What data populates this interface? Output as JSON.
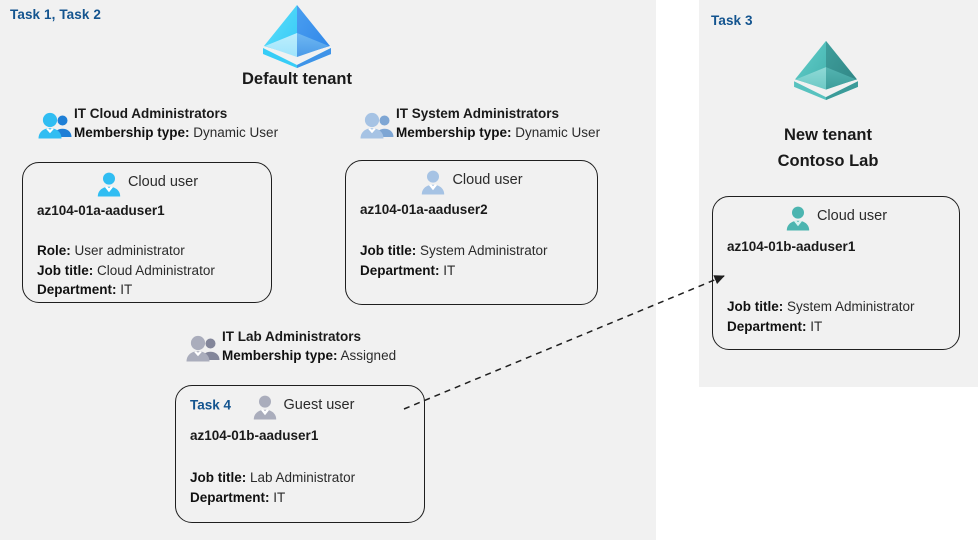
{
  "panels": {
    "left": {
      "task_tag": "Task 1, Task 2"
    },
    "right": {
      "task_tag": "Task 3"
    }
  },
  "tenants": [
    {
      "id": "default-tenant",
      "label": "Default tenant",
      "icon": "azure-ad-tenant-icon",
      "color": "#40b9f5"
    },
    {
      "id": "new-tenant",
      "label_line1": "New  tenant",
      "label_line2": "Contoso Lab",
      "icon": "azure-ad-tenant-icon",
      "color": "#4cb5b0"
    }
  ],
  "groups": [
    {
      "id": "it-cloud-administrators",
      "name": "IT Cloud Administrators",
      "membership_label": "Membership type:",
      "membership_value": "Dynamic User",
      "icon": "group-users-icon",
      "icon_color": "#29b6f2"
    },
    {
      "id": "it-system-administrators",
      "name": "IT System Administrators",
      "membership_label": "Membership type:",
      "membership_value": "Dynamic User",
      "icon": "group-users-icon",
      "icon_color": "#9cbbe0"
    },
    {
      "id": "it-lab-administrators",
      "name": "IT Lab Administrators",
      "membership_label": "Membership type:",
      "membership_value": "Assigned",
      "icon": "group-users-icon",
      "icon_color": "#a3a6b5"
    }
  ],
  "users": [
    {
      "id": "az104-01a-aaduser1",
      "kind": "Cloud user",
      "icon": "cloud-user-icon",
      "icon_color": "#29b6f2",
      "name": "az104-01a-aaduser1",
      "task_tag": "",
      "attributes": [
        {
          "label": "Role:",
          "value": "User administrator"
        },
        {
          "label": "Job title:",
          "value": "Cloud Administrator"
        },
        {
          "label": "Department:",
          "value": "IT"
        }
      ]
    },
    {
      "id": "az104-01a-aaduser2",
      "kind": "Cloud user",
      "icon": "cloud-user-icon",
      "icon_color": "#9cbbe0",
      "name": "az104-01a-aaduser2",
      "task_tag": "",
      "attributes": [
        {
          "label": "Job title:",
          "value": "System Administrator"
        },
        {
          "label": "Department:",
          "value": "IT"
        }
      ]
    },
    {
      "id": "az104-01b-aaduser1-guest",
      "kind": "Guest user",
      "icon": "guest-user-icon",
      "icon_color": "#a3a6b5",
      "name": "az104-01b-aaduser1",
      "task_tag": "Task 4",
      "attributes": [
        {
          "label": "Job title:",
          "value": "Lab Administrator"
        },
        {
          "label": "Department:",
          "value": "IT"
        }
      ]
    },
    {
      "id": "az104-01b-aaduser1-cloud",
      "kind": "Cloud user",
      "icon": "cloud-user-icon",
      "icon_color": "#4cb5b0",
      "name": "az104-01b-aaduser1",
      "task_tag": "",
      "attributes": [
        {
          "label": "Job title:",
          "value": "System Administrator"
        },
        {
          "label": "Department:",
          "value": "IT"
        }
      ]
    }
  ],
  "connector": {
    "id": "guest-invite-arrow",
    "style": "dashed",
    "color": "#1f1f1f",
    "from": "az104-01b-aaduser1-guest",
    "to": "az104-01b-aaduser1-cloud"
  },
  "colors": {
    "panel_background": "#f1f1f1",
    "page_background": "#ffffff",
    "task_tag": "#13548f",
    "card_border": "#1f1f1f",
    "text": "#1a1a1a"
  }
}
